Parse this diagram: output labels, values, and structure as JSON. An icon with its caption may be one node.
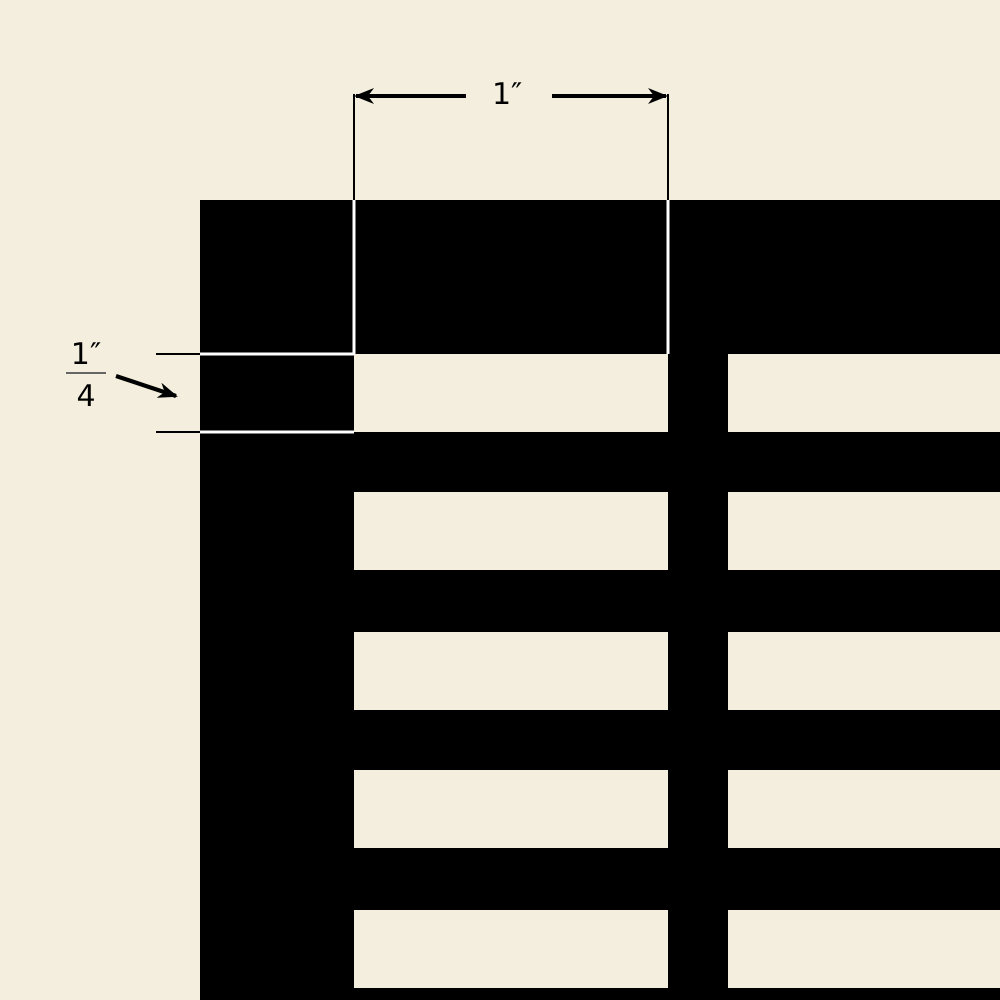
{
  "diagram": {
    "labels": [
      "1″",
      "1″",
      "4"
    ]
  }
}
